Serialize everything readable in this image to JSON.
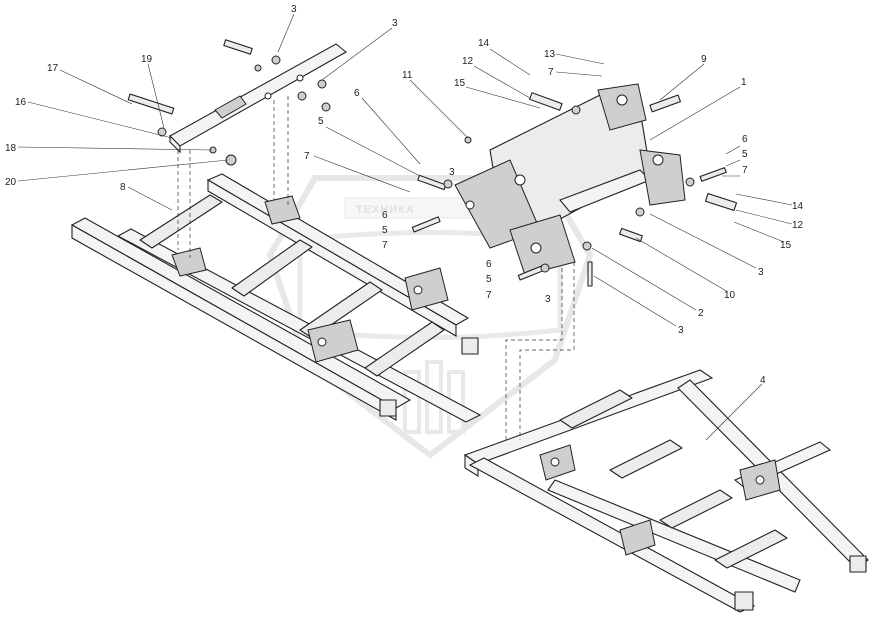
{
  "diagram": {
    "watermark_text": "ТЕХНИКА",
    "callouts": [
      {
        "id": "c3a",
        "label": "3"
      },
      {
        "id": "c3b",
        "label": "3"
      },
      {
        "id": "c19",
        "label": "19"
      },
      {
        "id": "c17",
        "label": "17"
      },
      {
        "id": "c16",
        "label": "16"
      },
      {
        "id": "c18",
        "label": "18"
      },
      {
        "id": "c20",
        "label": "20"
      },
      {
        "id": "c8",
        "label": "8"
      },
      {
        "id": "c5a",
        "label": "5"
      },
      {
        "id": "c6a",
        "label": "6"
      },
      {
        "id": "c7a",
        "label": "7"
      },
      {
        "id": "c11",
        "label": "11"
      },
      {
        "id": "c14a",
        "label": "14"
      },
      {
        "id": "c12a",
        "label": "12"
      },
      {
        "id": "c15a",
        "label": "15"
      },
      {
        "id": "c13",
        "label": "13"
      },
      {
        "id": "c7b",
        "label": "7"
      },
      {
        "id": "c9",
        "label": "9"
      },
      {
        "id": "c1",
        "label": "1"
      },
      {
        "id": "c6b",
        "label": "6"
      },
      {
        "id": "c5b",
        "label": "5"
      },
      {
        "id": "c7c",
        "label": "7"
      },
      {
        "id": "c14b",
        "label": "14"
      },
      {
        "id": "c12b",
        "label": "12"
      },
      {
        "id": "c15b",
        "label": "15"
      },
      {
        "id": "c3c",
        "label": "3"
      },
      {
        "id": "c3d",
        "label": "3"
      },
      {
        "id": "c6c",
        "label": "6"
      },
      {
        "id": "c5c",
        "label": "5"
      },
      {
        "id": "c7d",
        "label": "7"
      },
      {
        "id": "c6d",
        "label": "6"
      },
      {
        "id": "c5d",
        "label": "5"
      },
      {
        "id": "c7e",
        "label": "7"
      },
      {
        "id": "c3e",
        "label": "3"
      },
      {
        "id": "c10",
        "label": "10"
      },
      {
        "id": "c2",
        "label": "2"
      },
      {
        "id": "c3f",
        "label": "3"
      },
      {
        "id": "c4",
        "label": "4"
      }
    ]
  }
}
